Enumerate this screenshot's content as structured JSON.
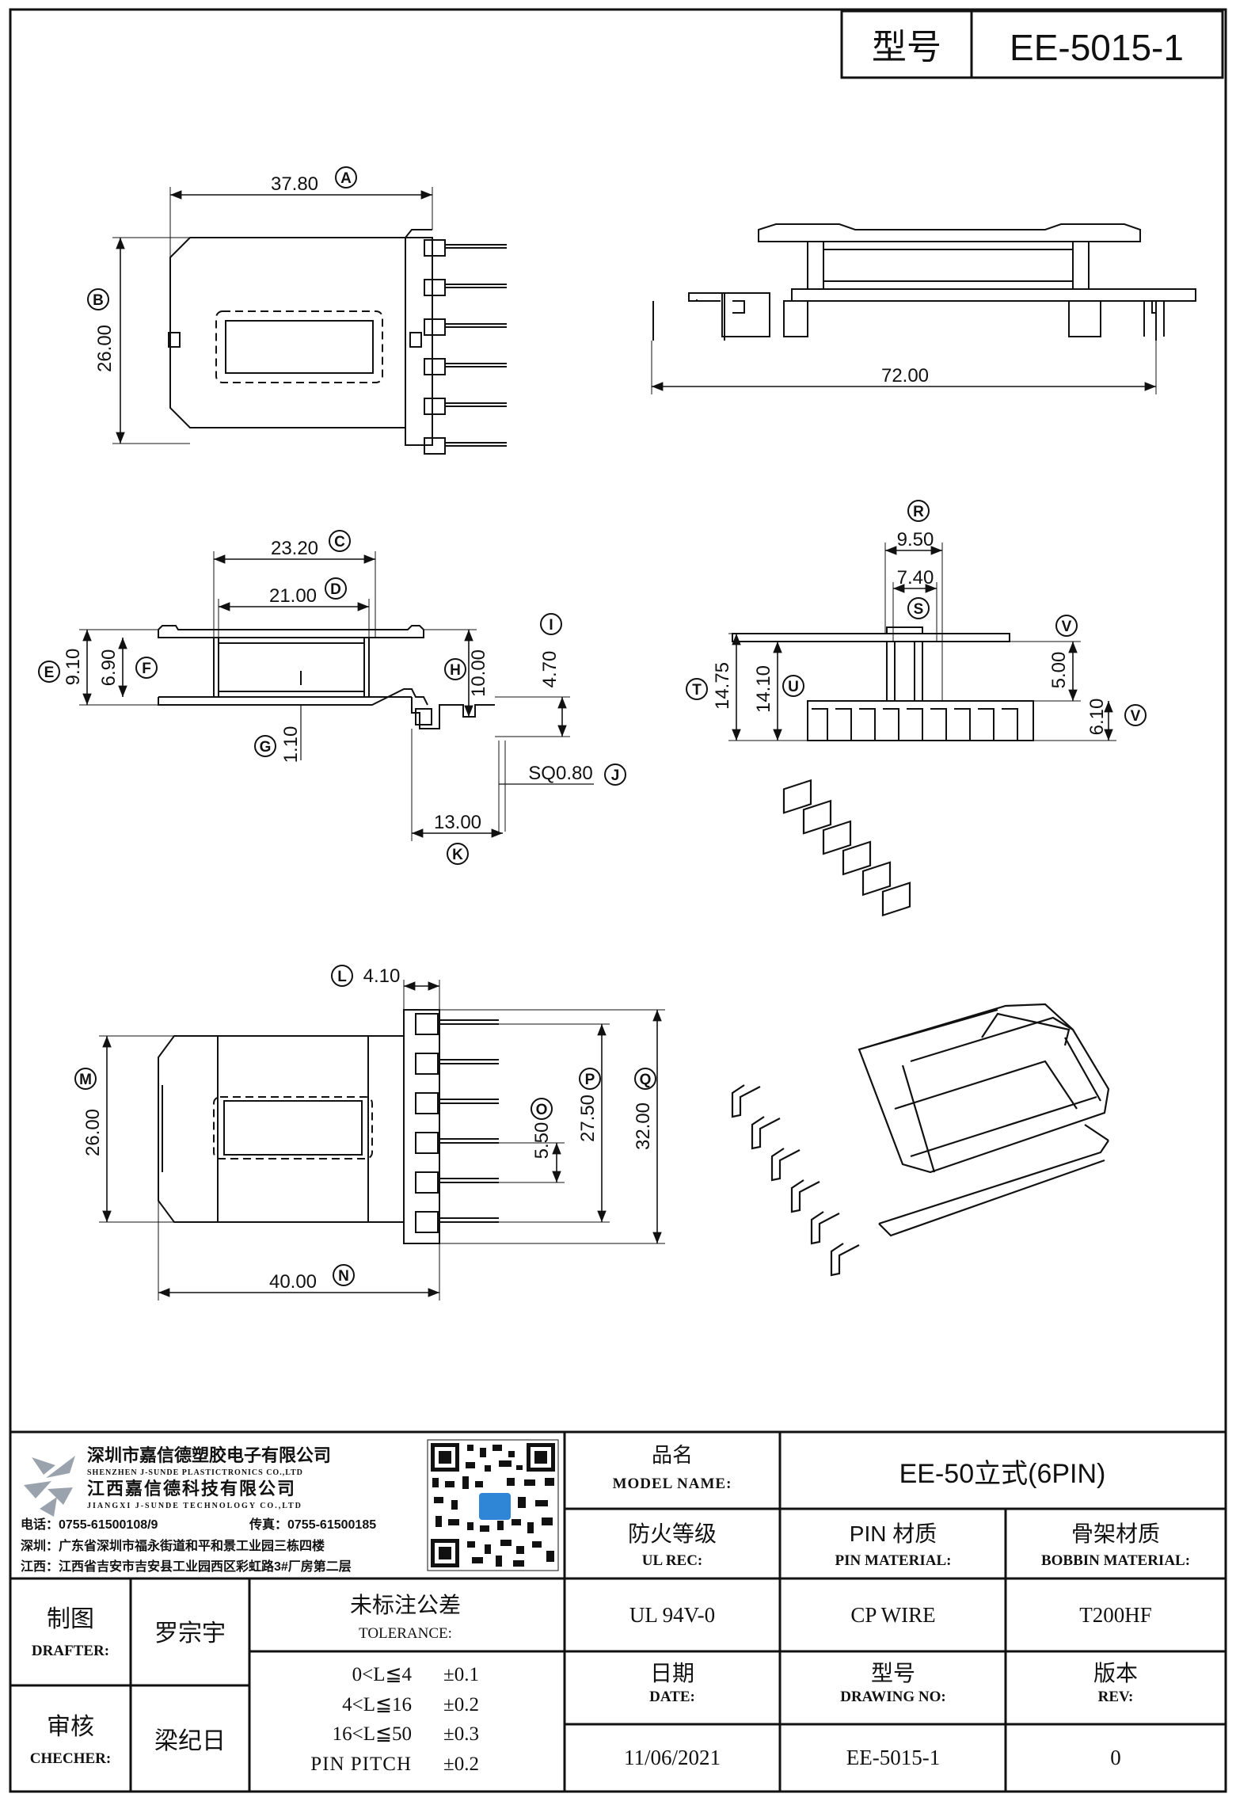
{
  "header": {
    "label": "型号",
    "model": "EE-5015-1"
  },
  "dimensions": {
    "A": "37.80",
    "B": "26.00",
    "len72": "72.00",
    "C": "23.20",
    "D": "21.00",
    "E": "9.10",
    "F": "6.90",
    "G": "1.10",
    "H": "10.00",
    "I": "4.70",
    "J": "SQ0.80",
    "K": "13.00",
    "R": "9.50",
    "S": "7.40",
    "T": "14.75",
    "U": "14.10",
    "V1": "5.00",
    "V2": "6.10",
    "L": "4.10",
    "M": "26.00",
    "N": "40.00",
    "O": "5.50",
    "P": "27.50",
    "Q": "32.00"
  },
  "dim_letters": [
    "A",
    "B",
    "C",
    "D",
    "E",
    "F",
    "G",
    "H",
    "I",
    "J",
    "K",
    "L",
    "M",
    "N",
    "O",
    "P",
    "Q",
    "R",
    "S",
    "T",
    "U",
    "V",
    "V"
  ],
  "company": {
    "name_cn": "深圳市嘉信德塑胶电子有限公司",
    "name_en": "SHENZHEN J-SUNDE PLASTICTRONICS CO.,LTD",
    "name2_cn": "江西嘉信德科技有限公司",
    "name2_en": "JIANGXI J-SUNDE TECHNOLOGY CO.,LTD",
    "phone": "电话：0755-61500108/9",
    "fax": "传真：0755-61500185",
    "addr_sz": "深圳：广东省深圳市福永街道和平和景工业园三栋四楼",
    "addr_jx": "江西：江西省吉安市吉安县工业园西区彩虹路3#厂房第二层"
  },
  "title_block": {
    "model_name_cn": "品名",
    "model_name_en": "MODEL NAME:",
    "model_name_value": "EE-50立式(6PIN)",
    "ul_cn": "防火等级",
    "ul_en": "UL REC:",
    "ul_value": "UL 94V-0",
    "pin_cn": "PIN 材质",
    "pin_en": "PIN MATERIAL:",
    "pin_value": "CP WIRE",
    "bobbin_cn": "骨架材质",
    "bobbin_en": "BOBBIN MATERIAL:",
    "bobbin_value": "T200HF",
    "drafter_cn": "制图",
    "drafter_en": "DRAFTER:",
    "drafter_value": "罗宗宇",
    "checker_cn": "审核",
    "checker_en": "CHECHER:",
    "checker_value": "梁纪日",
    "tol_cn": "未标注公差",
    "tol_en": "TOLERANCE:",
    "tolerances": [
      {
        "range": "0<L≦4",
        "value": "±0.1"
      },
      {
        "range": "4<L≦16",
        "value": "±0.2"
      },
      {
        "range": "16<L≦50",
        "value": "±0.3"
      },
      {
        "range": "PIN PITCH",
        "value": "±0.2"
      }
    ],
    "date_cn": "日期",
    "date_en": "DATE:",
    "date_value": "11/06/2021",
    "dwg_cn": "型号",
    "dwg_en": "DRAWING NO:",
    "dwg_value": "EE-5015-1",
    "rev_cn": "版本",
    "rev_en": "REV:",
    "rev_value": "0"
  }
}
